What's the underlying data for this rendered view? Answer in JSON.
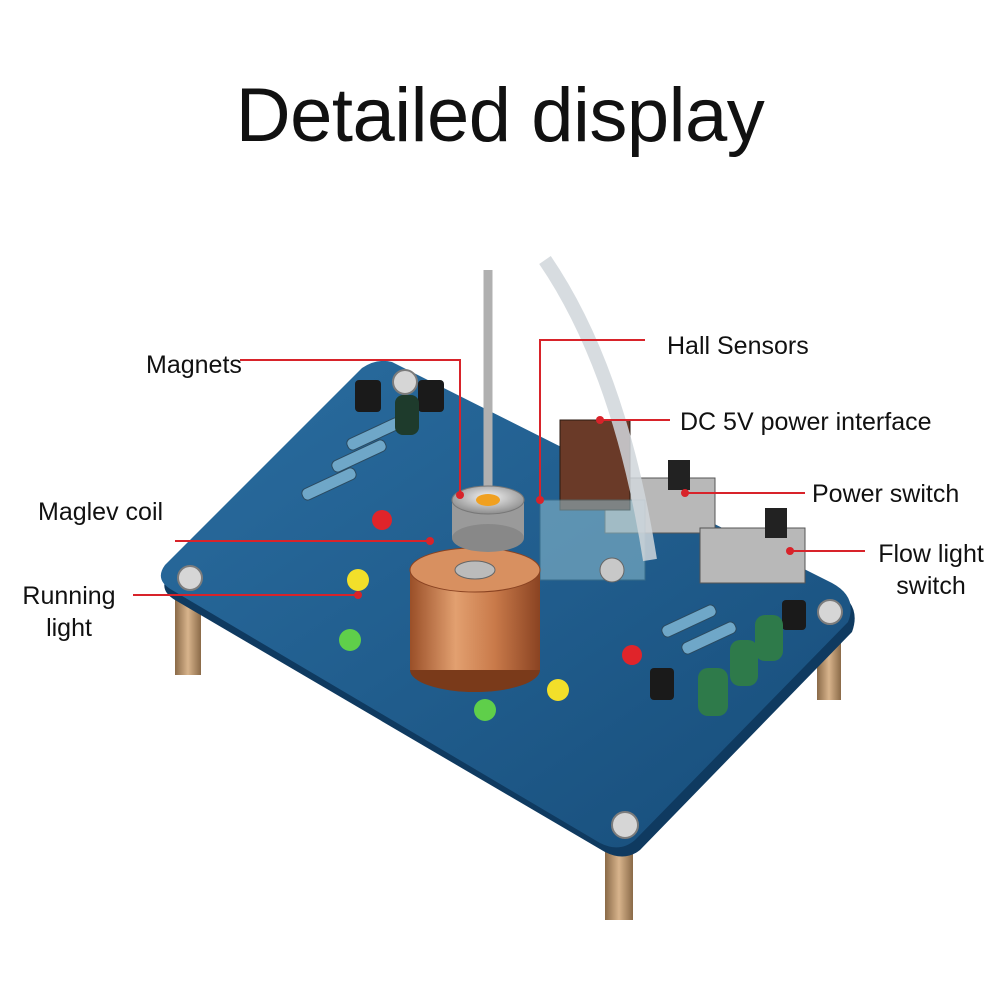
{
  "title": "Detailed display",
  "labels": {
    "magnets": "Magnets",
    "maglev_coil": "Maglev coil",
    "running_light_1": "Running",
    "running_light_2": "light",
    "hall_sensors": "Hall Sensors",
    "dc_power": "DC 5V power interface",
    "power_switch": "Power switch",
    "flow_light_1": "Flow light",
    "flow_light_2": "switch"
  },
  "colors": {
    "pcb": "#1d5a8a",
    "pcb_dark": "#123f66",
    "copper": "#c97a4a",
    "leader_line": "#d8232a",
    "led_red": "#e0242a",
    "led_yellow": "#f2df2a",
    "led_green": "#5fcf4a"
  }
}
